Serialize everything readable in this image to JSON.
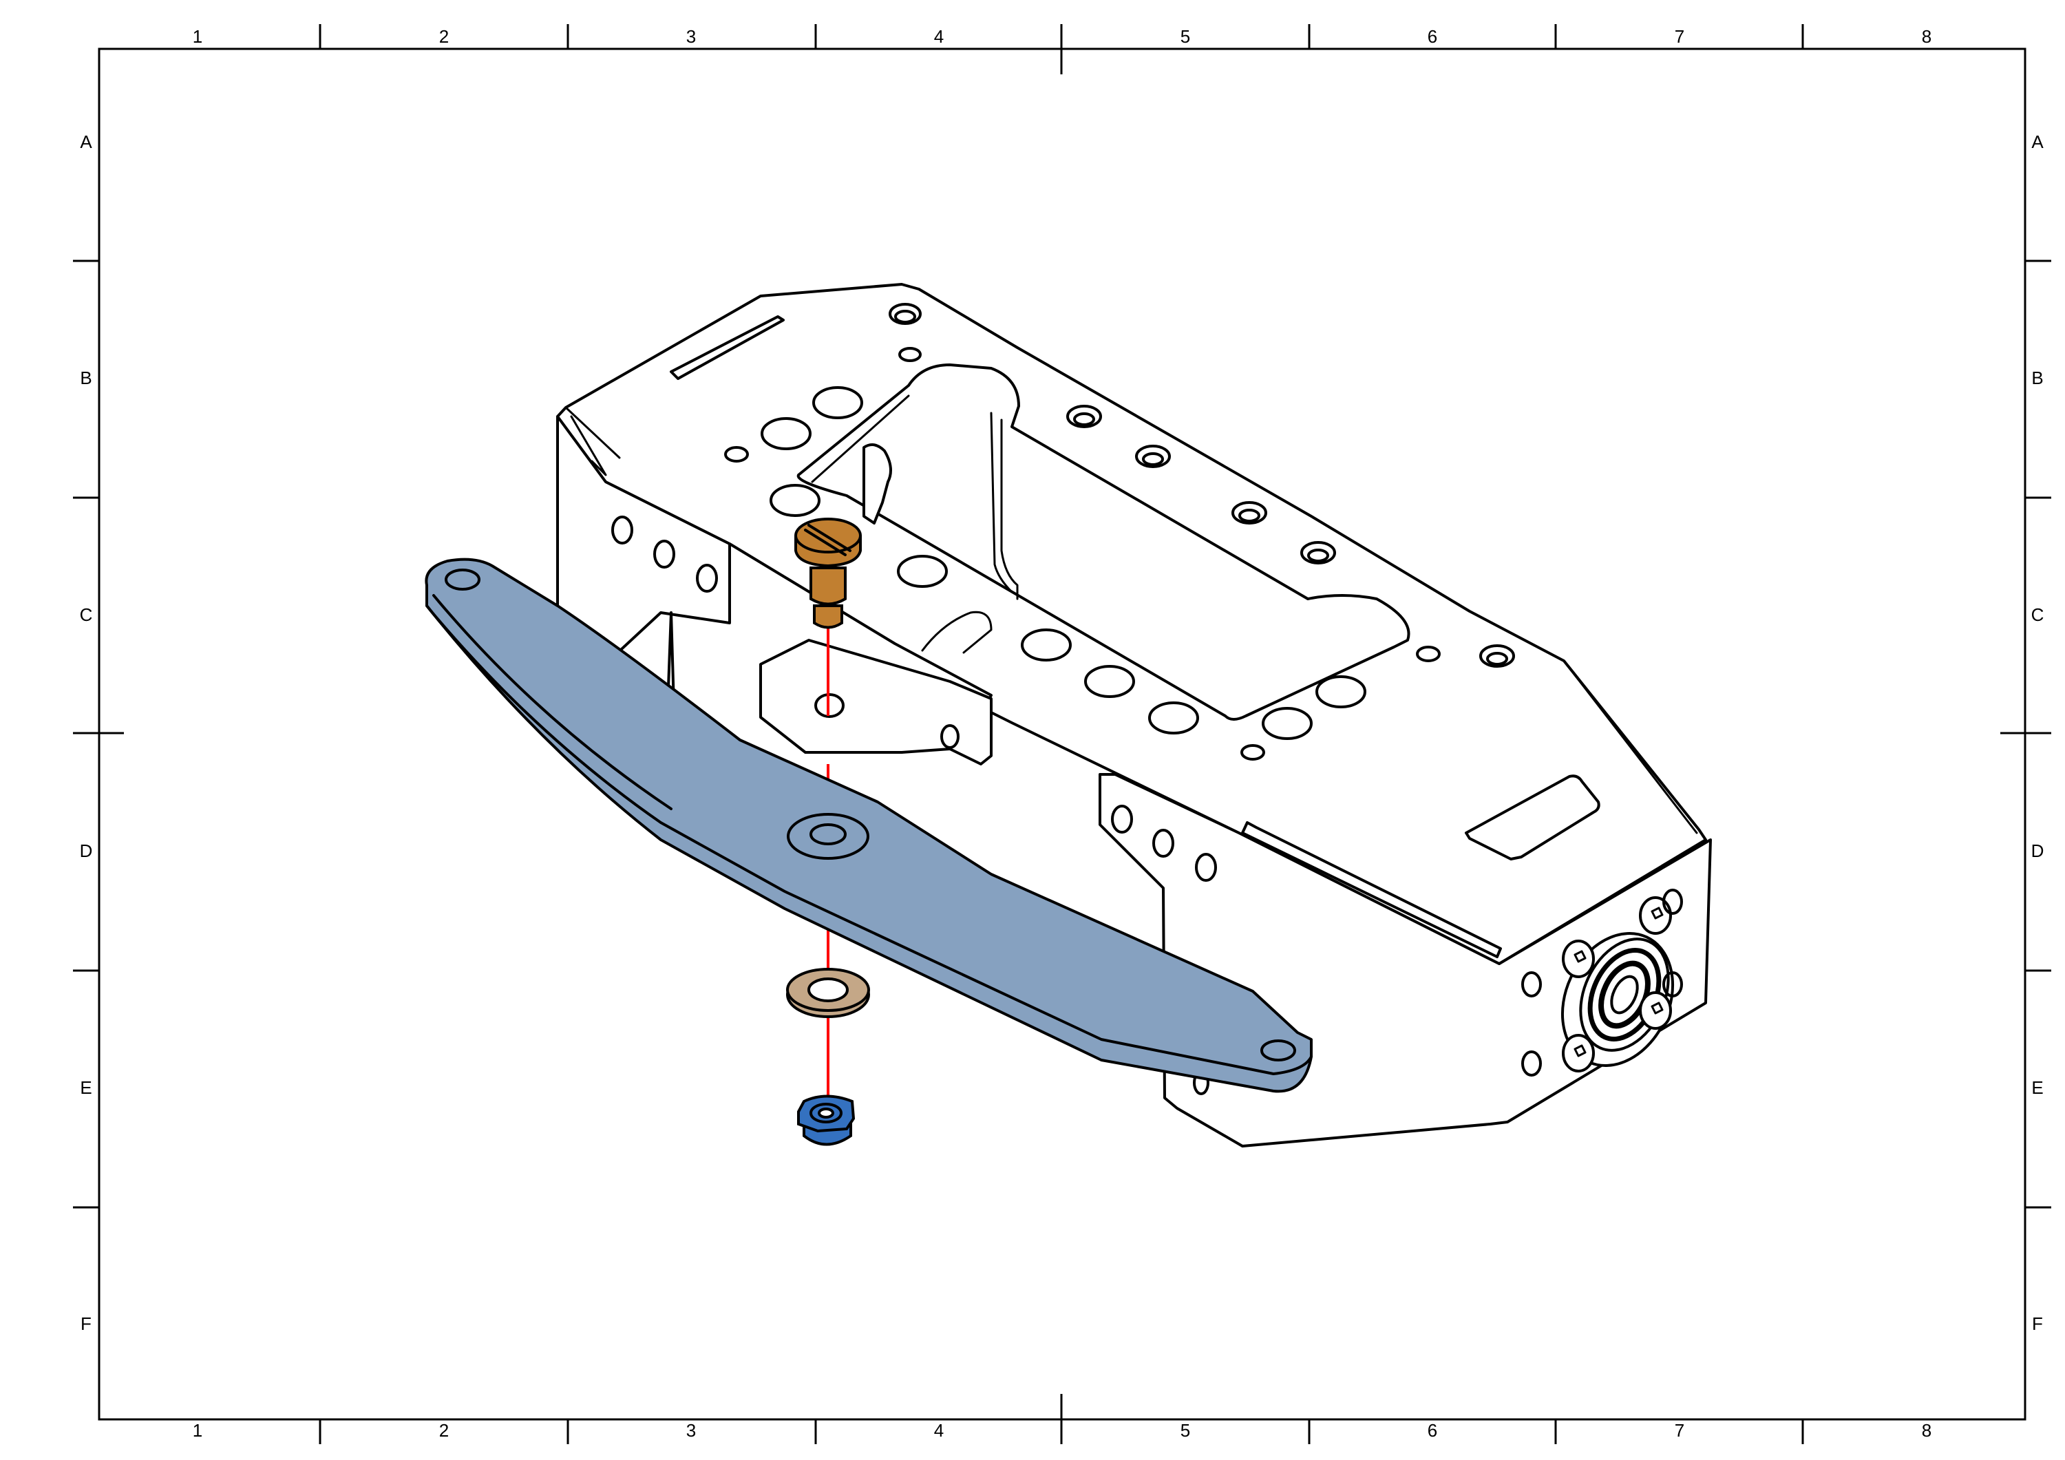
{
  "sheet": {
    "type": "exploded-assembly-drawing",
    "column_zones": [
      "1",
      "2",
      "3",
      "4",
      "5",
      "6",
      "7",
      "8"
    ],
    "row_zones": [
      "A",
      "B",
      "C",
      "D",
      "E",
      "F"
    ]
  },
  "parts": [
    {
      "name": "chassis-frame",
      "color": "#ffffff"
    },
    {
      "name": "swing-arm",
      "color": "#86A1C0"
    },
    {
      "name": "shoulder-screw",
      "color": "#C17F30"
    },
    {
      "name": "washer",
      "color": "#C4A787"
    },
    {
      "name": "hex-nut",
      "color": "#3471C0"
    },
    {
      "name": "flange-bearing",
      "color": "#ffffff"
    }
  ],
  "assembly_axis": {
    "color": "#ff0000"
  }
}
